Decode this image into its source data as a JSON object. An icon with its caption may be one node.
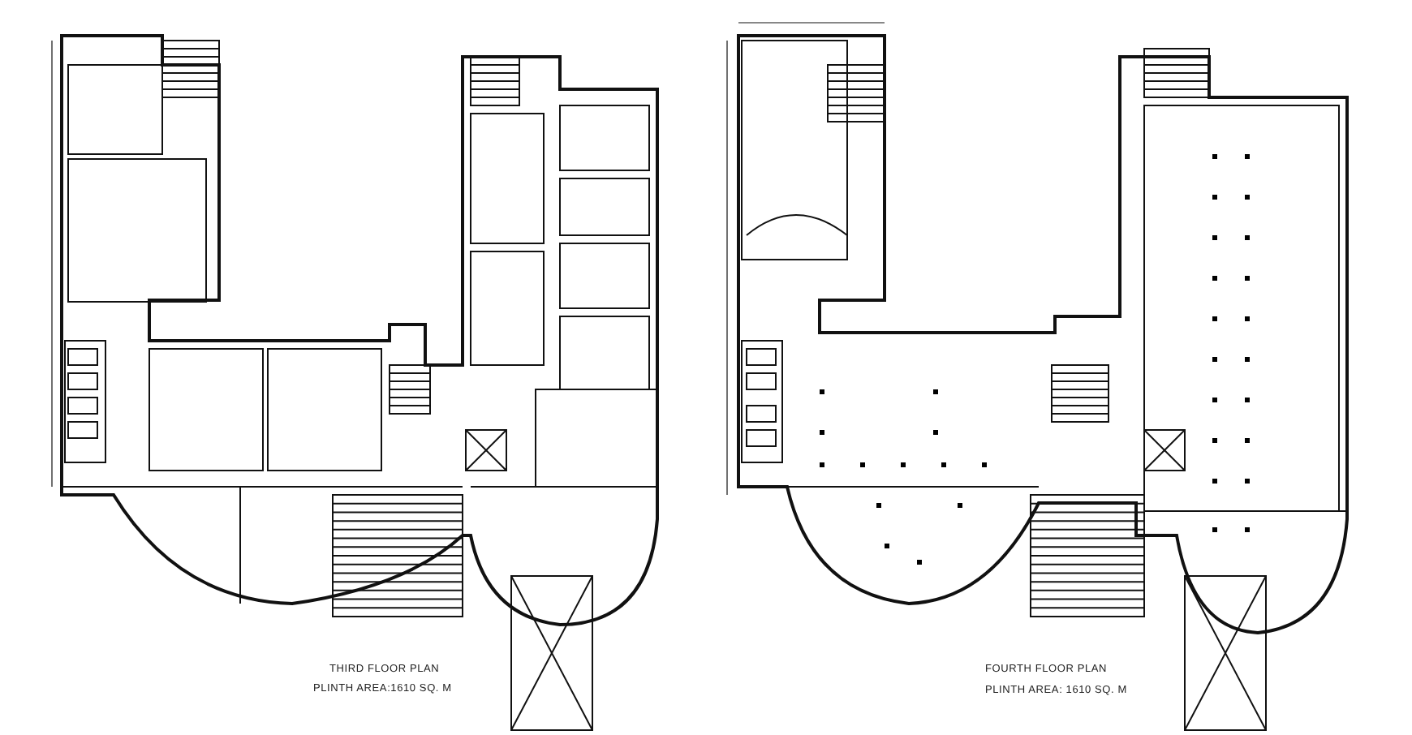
{
  "diagram": {
    "labels": [
      "THIRD FLOOR PLAN",
      "PLINTH AREA:1610 SQ. M",
      "FOURTH FLOOR PLAN",
      "PLINTH AREA: 1610 SQ. M"
    ]
  }
}
